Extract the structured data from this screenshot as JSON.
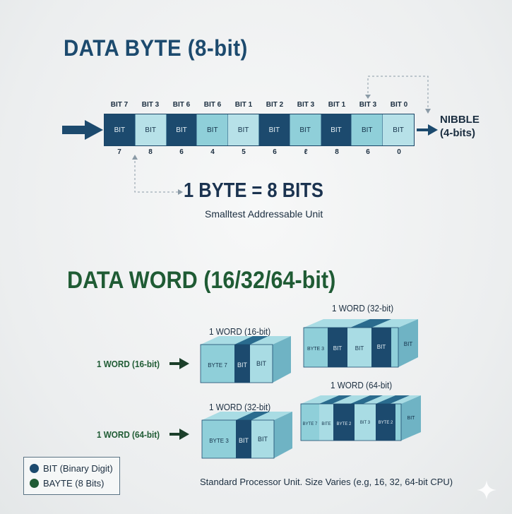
{
  "byte_section": {
    "title": "DATA BYTE (8-bit)",
    "bit_labels": [
      "BIT 7",
      "BIT 3",
      "BIT 6",
      "BIT 6",
      "BIT 1",
      "BIT 2",
      "BIT 3",
      "BIT 1",
      "BIT 3",
      "BIT 0"
    ],
    "cells": [
      "BIT",
      "BIT",
      "BIT",
      "BIT",
      "BIT",
      "BIT",
      "BIT",
      "BIT",
      "BIT",
      "BIT"
    ],
    "bit_numbers": [
      "7",
      "8",
      "6",
      "4",
      "5",
      "6",
      "ℓ",
      "8",
      "6",
      "0"
    ],
    "nibble_label_line1": "NIBBLE",
    "nibble_label_line2": "(4-bits)",
    "equation": "1 BYTE = 8 BITS",
    "subtitle": "Smalltest Addressable Unit"
  },
  "word_section": {
    "title": "DATA WORD (16/32/64-bit)",
    "side_label_1": "1 WORD (16-bit)",
    "side_label_2": "1 WORD (64-bit)",
    "block_a": {
      "title": "1 WORD (16-bit)",
      "face_1": "BYTE 7",
      "face_2": "BIT",
      "face_3": "BIT"
    },
    "block_b": {
      "title": "1 WORD (32-bit)",
      "face_1": "BYTE 3",
      "face_2": "BIT",
      "face_3": "BIT",
      "face_4": "BIT",
      "face_5": "BIT"
    },
    "block_c": {
      "title": "1 WORD (32-bit)",
      "face_1": "BYTE 3",
      "face_2": "BIT",
      "face_3": "BIT"
    },
    "block_d": {
      "title": "1 WORD (64-bit)",
      "face_1": "BYTE 7",
      "face_2": "BITE",
      "face_3": "BYTE 2",
      "face_4": "BIT 3",
      "face_5": "BYTE 2",
      "face_6": "BIT"
    },
    "footer_note": "Standard Processor Unit. Size Varies (e.g, 16, 32, 64-bit CPU)"
  },
  "legend": {
    "item_1": "BIT (Binary Digit)",
    "item_2": "BAYTE (8 Bits)"
  },
  "colors": {
    "navy": "#1c4a6e",
    "teal": "#8fcfd9",
    "green": "#1f5b34"
  }
}
